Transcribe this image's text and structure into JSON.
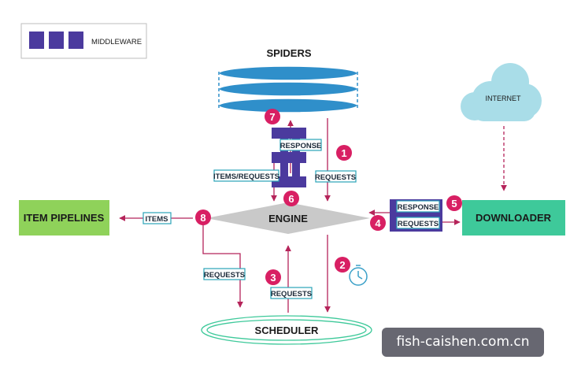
{
  "legend": {
    "label": "MIDDLEWARE"
  },
  "nodes": {
    "spiders": "SPIDERS",
    "engine": "ENGINE",
    "scheduler": "SCHEDULER",
    "downloader": "DOWNLOADER",
    "item_pipelines": "ITEM PIPELINES",
    "internet": "INTERNET"
  },
  "labels": {
    "response_top": "RESPONSE",
    "items_requests": "ITEMS/REQUESTS",
    "requests_1": "REQUESTS",
    "items": "ITEMS",
    "response_right": "RESPONSE",
    "requests_right": "REQUESTS",
    "requests_left": "REQUESTS",
    "requests_3": "REQUESTS"
  },
  "steps": [
    "1",
    "2",
    "3",
    "4",
    "5",
    "6",
    "7",
    "8"
  ],
  "colors": {
    "middleware": "#4b3a9e",
    "arrow": "#b5245a",
    "step": "#d81f63",
    "spiders": "#2f8fca",
    "downloader": "#3ec99a",
    "pipelines": "#8fd25a",
    "internet": "#a9dde8",
    "label_border": "#2aa3b8"
  },
  "watermark": "fish-caishen.com.cn"
}
